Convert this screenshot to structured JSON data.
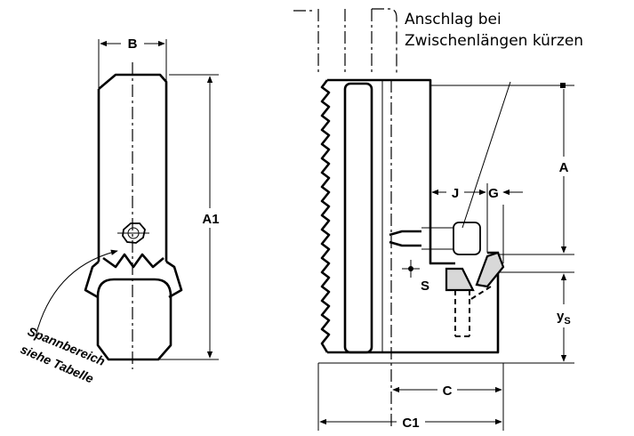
{
  "note": {
    "line1": "Anschlag bei",
    "line2": "Zwischenlängen kürzen"
  },
  "dimensions": {
    "B": "B",
    "A1": "A1",
    "A": "A",
    "J": "J",
    "G": "G",
    "S": "S",
    "ys_main": "y",
    "ys_sub": "S",
    "C": "C",
    "C1": "C1"
  },
  "range_note": {
    "line1": "Spannbereich",
    "line2": "siehe Tabelle"
  }
}
